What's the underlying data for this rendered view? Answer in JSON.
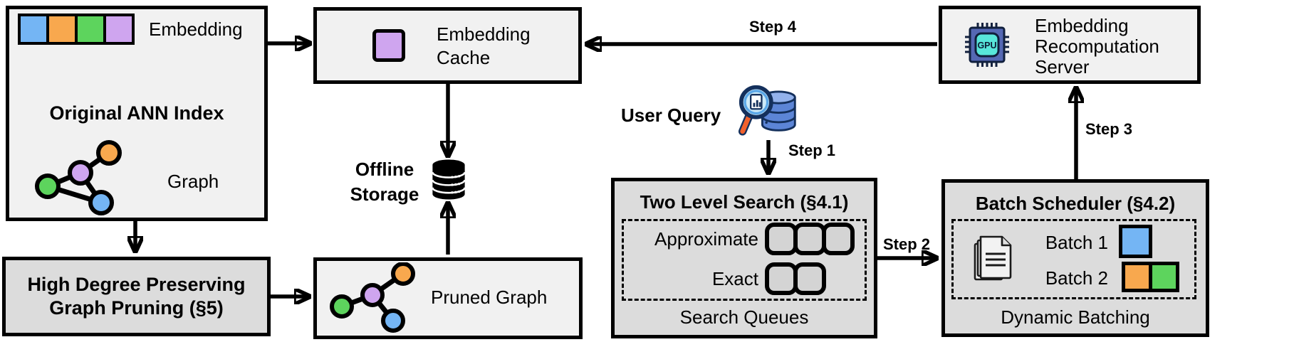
{
  "colors": {
    "blue": "#74b5f4",
    "orange": "#f8a84e",
    "green": "#5dd45d",
    "purple": "#cfa5ef",
    "box_light": "#f1f1f1",
    "box_mid": "#dcdcdc"
  },
  "original_index": {
    "title": "Original ANN Index",
    "embedding_label": "Embedding",
    "graph_label": "Graph"
  },
  "embedding_cache": {
    "line1": "Embedding",
    "line2": "Cache"
  },
  "offline_storage": {
    "line1": "Offline",
    "line2": "Storage"
  },
  "user_query": {
    "label": "User Query"
  },
  "steps": {
    "step1": "Step 1",
    "step2": "Step 2",
    "step3": "Step 3",
    "step4": "Step 4"
  },
  "two_level_search": {
    "title": "Two Level Search (§4.1)",
    "row1_label": "Approximate",
    "row2_label": "Exact",
    "caption": "Search Queues"
  },
  "batch_scheduler": {
    "title": "Batch Scheduler (§4.2)",
    "batch1_label": "Batch 1",
    "batch2_label": "Batch 2",
    "caption": "Dynamic Batching"
  },
  "recomputation_server": {
    "line1": "Embedding",
    "line2": "Recomputation",
    "line3": "Server",
    "gpu_label": "GPU"
  },
  "high_degree_pruning": {
    "line1": "High Degree Preserving",
    "line2": "Graph Pruning (§5)"
  },
  "pruned_graph": {
    "label": "Pruned Graph"
  }
}
